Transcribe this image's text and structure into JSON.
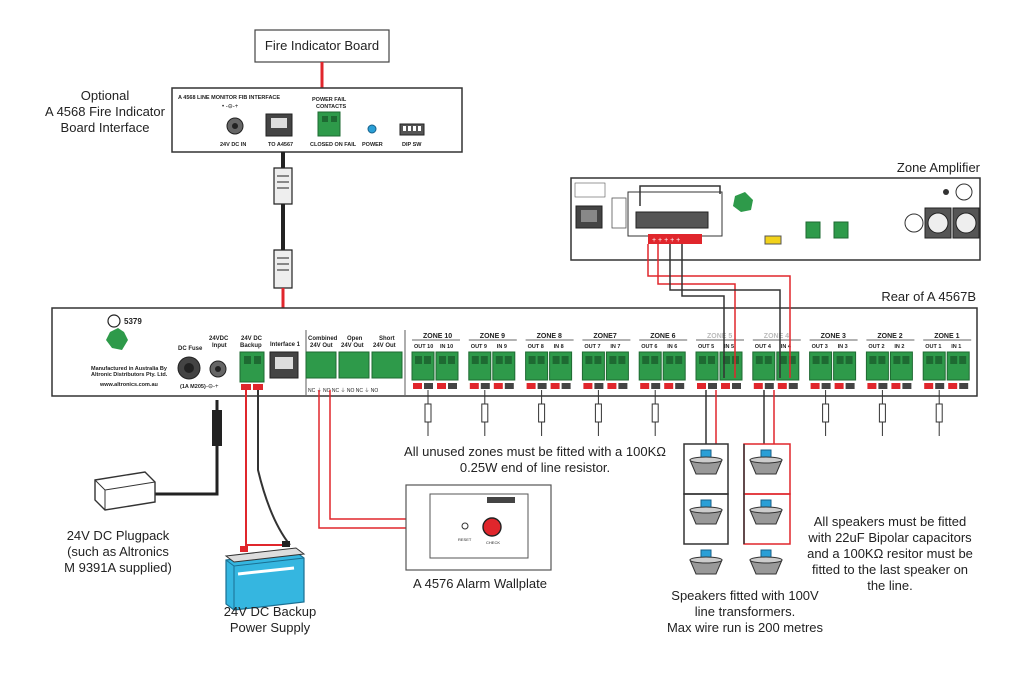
{
  "labels": {
    "fire_board": "Fire Indicator Board",
    "optional_line1": "Optional",
    "optional_line2": "A 4568 Fire Indicator",
    "optional_line3": "Board Interface",
    "zone_amp": "Zone Amplifier",
    "rear": "Rear of A 4567B",
    "unused_line1": "All unused zones must be fitted with a 100KΩ",
    "unused_line2": "0.25W end of line resistor.",
    "plugpack_line1": "24V DC Plugpack",
    "plugpack_line2": "(such as Altronics",
    "plugpack_line3": "M 9391A supplied)",
    "backup_line1": "24V DC Backup",
    "backup_line2": "Power Supply",
    "wallplate": "A 4576 Alarm Wallplate",
    "spk_line1": "Speakers fitted with 100V",
    "spk_line2": "line transformers.",
    "spk_line3": "Max wire run is 200 metres",
    "cap_line1": "All speakers must be fitted",
    "cap_line2": "with 22uF Bipolar capacitors",
    "cap_line3": "and a 100KΩ resitor must be",
    "cap_line4": "fitted to the last speaker on",
    "cap_line5": "the line."
  },
  "interface_panel": {
    "title": "A 4568 LINE MONITOR FIB INTERFACE",
    "dc_in": "24V DC IN",
    "to_port": "TO A4567",
    "power_fail_line1": "POWER FAIL",
    "power_fail_line2": "CONTACTS",
    "closed_on_fail": "CLOSED ON FAIL",
    "power": "POWER",
    "dip": "DIP SW"
  },
  "rear_panel": {
    "code": "5379",
    "made1": "Manufactured in Australia By",
    "made2": "Altronic Distributors Pty. Ltd.",
    "web": "www.altronics.com.au",
    "dc_fuse": "DC Fuse",
    "fuse_rating": "(1A M205)",
    "input1": "24VDC",
    "input2": "Input",
    "backup1": "24V DC",
    "backup2": "Backup",
    "interface": "Interface 1",
    "combined1": "Combined",
    "combined2": "24V Out",
    "open1": "Open",
    "open2": "24V Out",
    "short1": "Short",
    "short2": "24V Out",
    "zones": [
      {
        "name": "ZONE 10",
        "out": "OUT 10",
        "in": "IN 10"
      },
      {
        "name": "ZONE 9",
        "out": "OUT 9",
        "in": "IN 9"
      },
      {
        "name": "ZONE 8",
        "out": "OUT 8",
        "in": "IN 8"
      },
      {
        "name": "ZONE7",
        "out": "OUT 7",
        "in": "IN 7"
      },
      {
        "name": "ZONE 6",
        "out": "OUT 6",
        "in": "IN 6"
      },
      {
        "name": "ZONE 5",
        "out": "OUT 5",
        "in": "IN 5"
      },
      {
        "name": "ZONE 4",
        "out": "OUT 4",
        "in": "IN 4"
      },
      {
        "name": "ZONE 3",
        "out": "OUT 3",
        "in": "IN 3"
      },
      {
        "name": "ZONE 2",
        "out": "OUT 2",
        "in": "IN 2"
      },
      {
        "name": "ZONE 1",
        "out": "OUT 1",
        "in": "IN 1"
      }
    ]
  },
  "wallplate_panel": {
    "reset": "RESET",
    "check": "CHECK"
  },
  "colors": {
    "wire_red": "#e0262c",
    "wire_black": "#333333",
    "terminal_green": "#2e9a4a",
    "connector_cyan": "#2a9fd6",
    "battery_cyan": "#35b6e0",
    "button_red": "#e0262c"
  }
}
